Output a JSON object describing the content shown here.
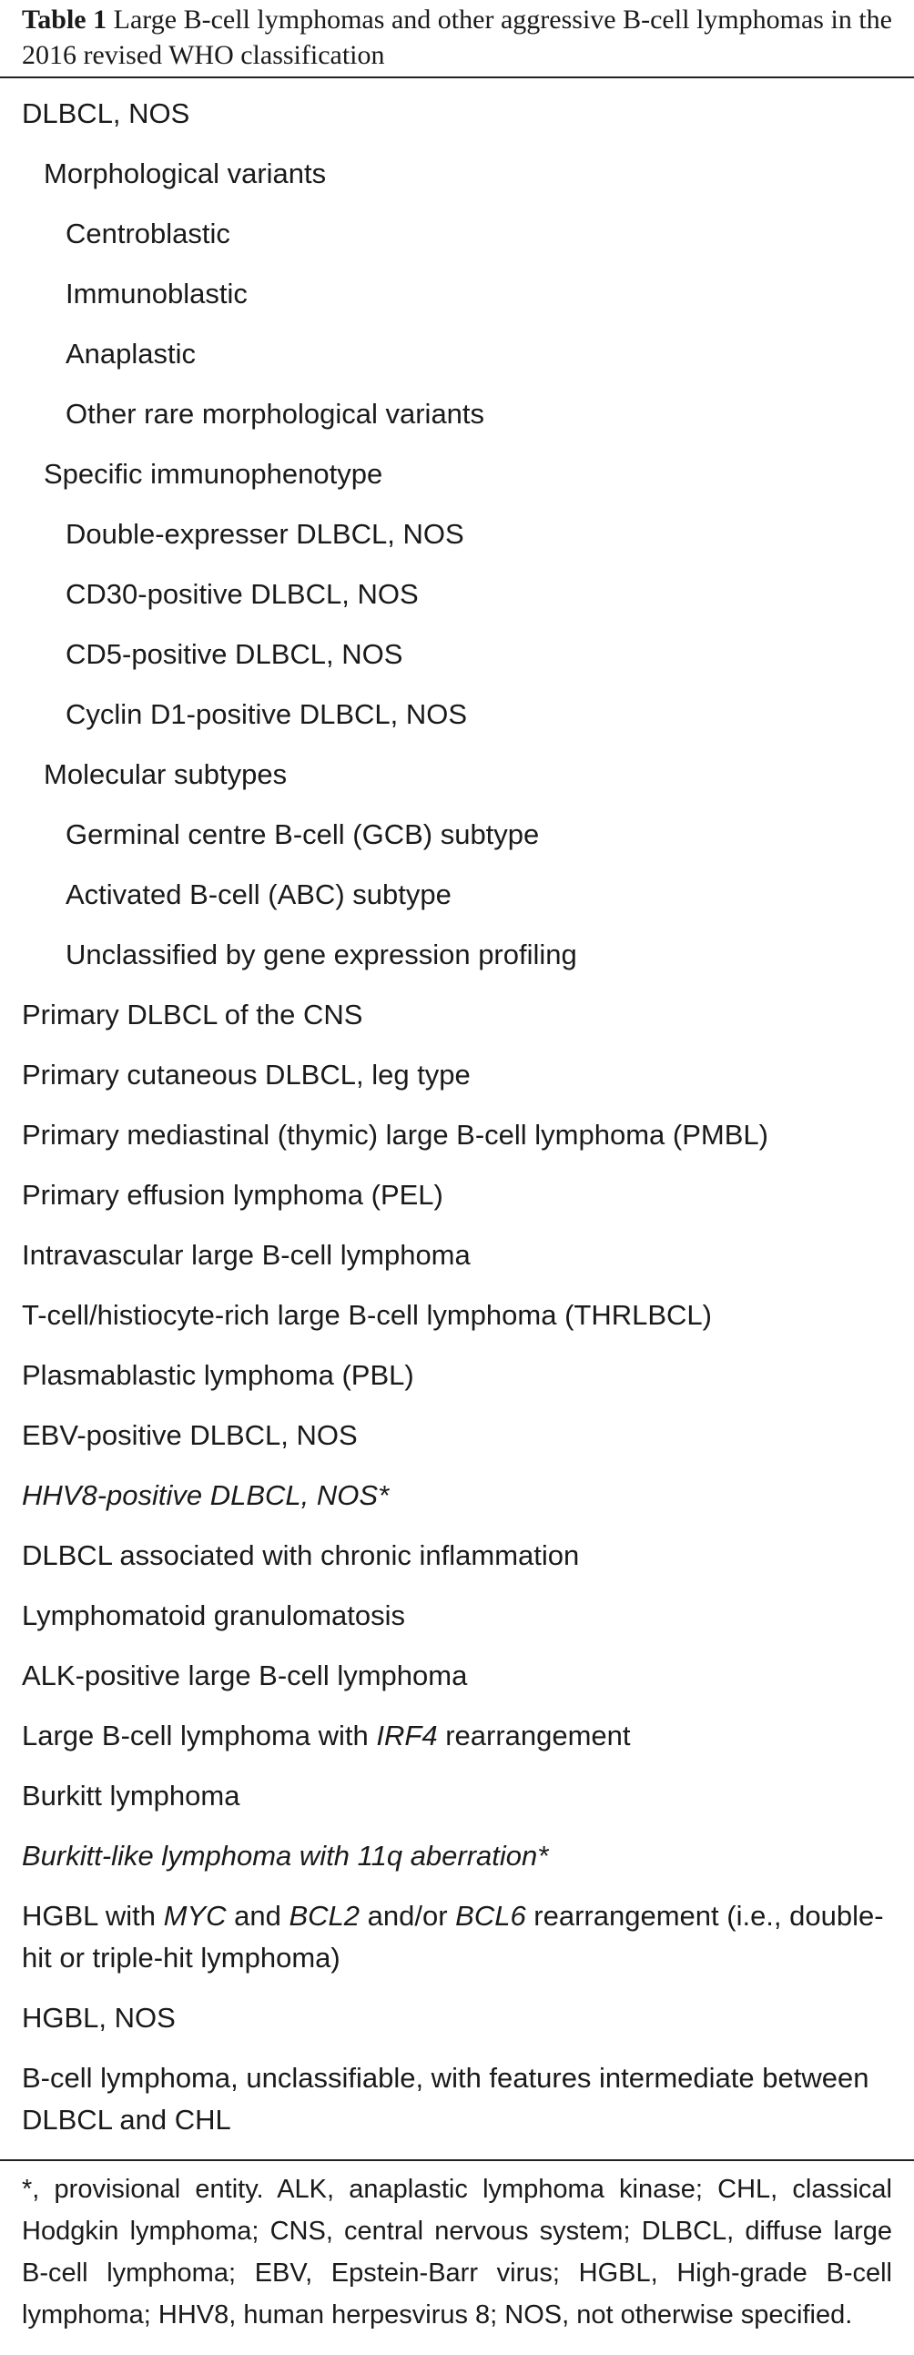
{
  "caption": {
    "label": "Table 1",
    "text": "Large B-cell lymphomas and other aggressive B-cell lymphomas in the 2016 revised WHO classification"
  },
  "rows": [
    {
      "level": 0,
      "parts": [
        {
          "t": "DLBCL, NOS"
        }
      ]
    },
    {
      "level": 1,
      "parts": [
        {
          "t": "Morphological variants"
        }
      ]
    },
    {
      "level": 2,
      "parts": [
        {
          "t": "Centroblastic"
        }
      ]
    },
    {
      "level": 2,
      "parts": [
        {
          "t": "Immunoblastic"
        }
      ]
    },
    {
      "level": 2,
      "parts": [
        {
          "t": "Anaplastic"
        }
      ]
    },
    {
      "level": 2,
      "parts": [
        {
          "t": "Other rare morphological variants"
        }
      ]
    },
    {
      "level": 1,
      "parts": [
        {
          "t": "Specific immunophenotype"
        }
      ]
    },
    {
      "level": 2,
      "parts": [
        {
          "t": "Double-expresser DLBCL, NOS"
        }
      ]
    },
    {
      "level": 2,
      "parts": [
        {
          "t": "CD30-positive DLBCL, NOS"
        }
      ]
    },
    {
      "level": 2,
      "parts": [
        {
          "t": "CD5-positive DLBCL, NOS"
        }
      ]
    },
    {
      "level": 2,
      "parts": [
        {
          "t": "Cyclin D1-positive DLBCL, NOS"
        }
      ]
    },
    {
      "level": 1,
      "parts": [
        {
          "t": "Molecular subtypes"
        }
      ]
    },
    {
      "level": 2,
      "parts": [
        {
          "t": "Germinal centre B-cell (GCB) subtype"
        }
      ]
    },
    {
      "level": 2,
      "parts": [
        {
          "t": "Activated B-cell (ABC) subtype"
        }
      ]
    },
    {
      "level": 2,
      "parts": [
        {
          "t": "Unclassified by gene expression profiling"
        }
      ]
    },
    {
      "level": 0,
      "parts": [
        {
          "t": "Primary DLBCL of the CNS"
        }
      ]
    },
    {
      "level": 0,
      "parts": [
        {
          "t": "Primary cutaneous DLBCL, leg type"
        }
      ]
    },
    {
      "level": 0,
      "parts": [
        {
          "t": "Primary mediastinal (thymic) large B-cell lymphoma (PMBL)"
        }
      ]
    },
    {
      "level": 0,
      "parts": [
        {
          "t": "Primary effusion lymphoma (PEL)"
        }
      ]
    },
    {
      "level": 0,
      "parts": [
        {
          "t": "Intravascular large B-cell lymphoma"
        }
      ]
    },
    {
      "level": 0,
      "parts": [
        {
          "t": "T-cell/histiocyte-rich large B-cell lymphoma (THRLBCL)"
        }
      ]
    },
    {
      "level": 0,
      "parts": [
        {
          "t": "Plasmablastic lymphoma (PBL)"
        }
      ]
    },
    {
      "level": 0,
      "parts": [
        {
          "t": "EBV-positive DLBCL, NOS"
        }
      ]
    },
    {
      "level": 0,
      "parts": [
        {
          "t": "HHV8-positive DLBCL, NOS*",
          "i": true
        }
      ]
    },
    {
      "level": 0,
      "parts": [
        {
          "t": "DLBCL associated with chronic inflammation"
        }
      ]
    },
    {
      "level": 0,
      "parts": [
        {
          "t": "Lymphomatoid granulomatosis"
        }
      ]
    },
    {
      "level": 0,
      "parts": [
        {
          "t": "ALK-positive large B-cell lymphoma"
        }
      ]
    },
    {
      "level": 0,
      "parts": [
        {
          "t": "Large B-cell lymphoma with "
        },
        {
          "t": "IRF4",
          "i": true
        },
        {
          "t": " rearrangement"
        }
      ]
    },
    {
      "level": 0,
      "parts": [
        {
          "t": "Burkitt lymphoma"
        }
      ]
    },
    {
      "level": 0,
      "parts": [
        {
          "t": "Burkitt-like lymphoma with 11q aberration*",
          "i": true
        }
      ]
    },
    {
      "level": 0,
      "parts": [
        {
          "t": "HGBL with "
        },
        {
          "t": "MYC",
          "i": true
        },
        {
          "t": " and "
        },
        {
          "t": "BCL2",
          "i": true
        },
        {
          "t": " and/or "
        },
        {
          "t": "BCL6",
          "i": true
        },
        {
          "t": " rearrangement (i.e., double-hit or triple-hit lymphoma)"
        }
      ]
    },
    {
      "level": 0,
      "parts": [
        {
          "t": "HGBL, NOS"
        }
      ]
    },
    {
      "level": 0,
      "parts": [
        {
          "t": "B-cell lymphoma, unclassifiable, with features intermediate between DLBCL and CHL"
        }
      ]
    }
  ],
  "footnote": "*, provisional entity. ALK, anaplastic lymphoma kinase; CHL, classical Hodgkin lymphoma; CNS, central nervous system; DLBCL, diffuse large B-cell lymphoma; EBV, Epstein-Barr virus; HGBL, High-grade B-cell lymphoma; HHV8, human herpesvirus 8; NOS, not otherwise specified."
}
